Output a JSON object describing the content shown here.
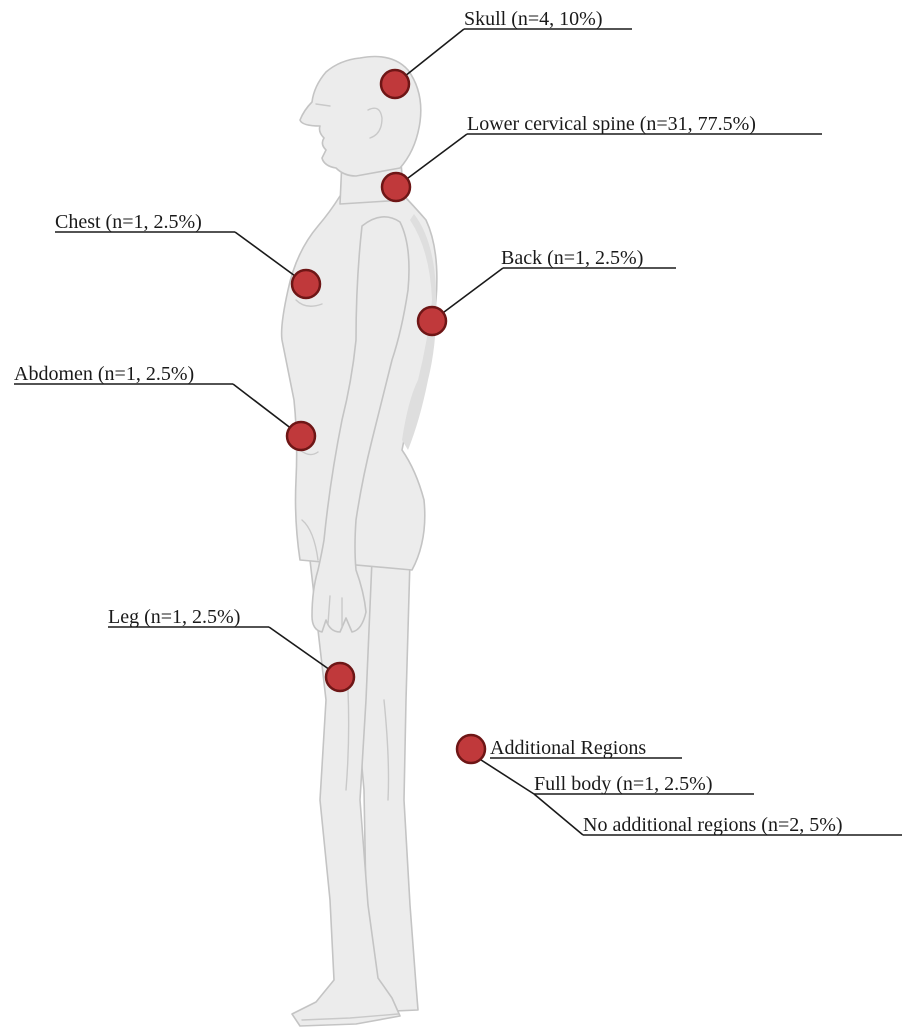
{
  "figure": {
    "marker_color": "#c0393b",
    "marker_stroke": "#6e1616",
    "regions": {
      "skull": "Skull (n=4, 10%)",
      "lower_cervical_spine": "Lower cervical spine (n=31, 77.5%)",
      "chest": "Chest (n=1, 2.5%)",
      "back": "Back (n=1, 2.5%)",
      "abdomen": "Abdomen (n=1, 2.5%)",
      "leg": "Leg (n=1, 2.5%)"
    },
    "additional": {
      "title": "Additional Regions",
      "full_body": "Full body (n=1, 2.5%)",
      "none": "No additional regions (n=2, 5%)"
    }
  }
}
